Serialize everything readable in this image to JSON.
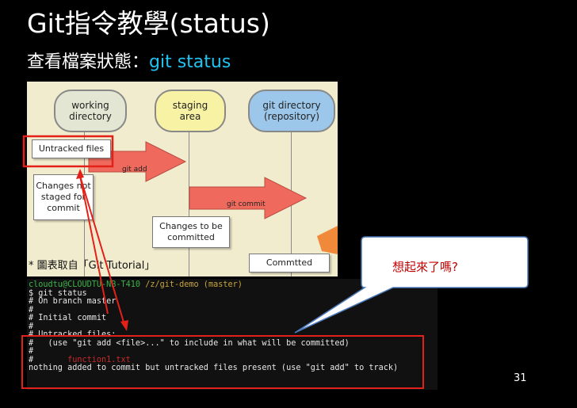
{
  "slide": {
    "title": "Git指令教學(status)",
    "subtitle_prefix": "查看檔案狀態：",
    "subtitle_command": "git status",
    "page_number": "31",
    "callout": "想起來了嗎?",
    "caption": "* 圖表取自「Git Tutorial」"
  },
  "diagram": {
    "columns": [
      "working\ndirectory",
      "staging\narea",
      "git directory\n(repository)"
    ],
    "boxes": {
      "untracked": "Untracked files",
      "not_staged": "Changes not\nstaged for\ncommit",
      "to_commit": "Changes to be\ncommitted",
      "committed": "Commtted"
    },
    "arrows": {
      "add": "git add",
      "commit": "git commit"
    },
    "colors": {
      "working": "#e2e6d2",
      "staging": "#f8f2a4",
      "repo": "#9cc7ea",
      "arrow": "#ef6a5d",
      "highlight": "#e32119"
    }
  },
  "terminal": {
    "prompt_user": "cloudtu@CLOUDTU-NB-T410",
    "prompt_path": " /z/git-demo (master)",
    "lines": [
      "$ git status",
      "# On branch master",
      "#",
      "# Initial commit",
      "#",
      "# Untracked files:",
      "#   (use \"git add <file>...\" to include in what will be committed)",
      "#"
    ],
    "untracked_hash": "#",
    "untracked_file": "       function1.txt",
    "last_line": "nothing added to commit but untracked files present (use \"git add\" to track)"
  }
}
